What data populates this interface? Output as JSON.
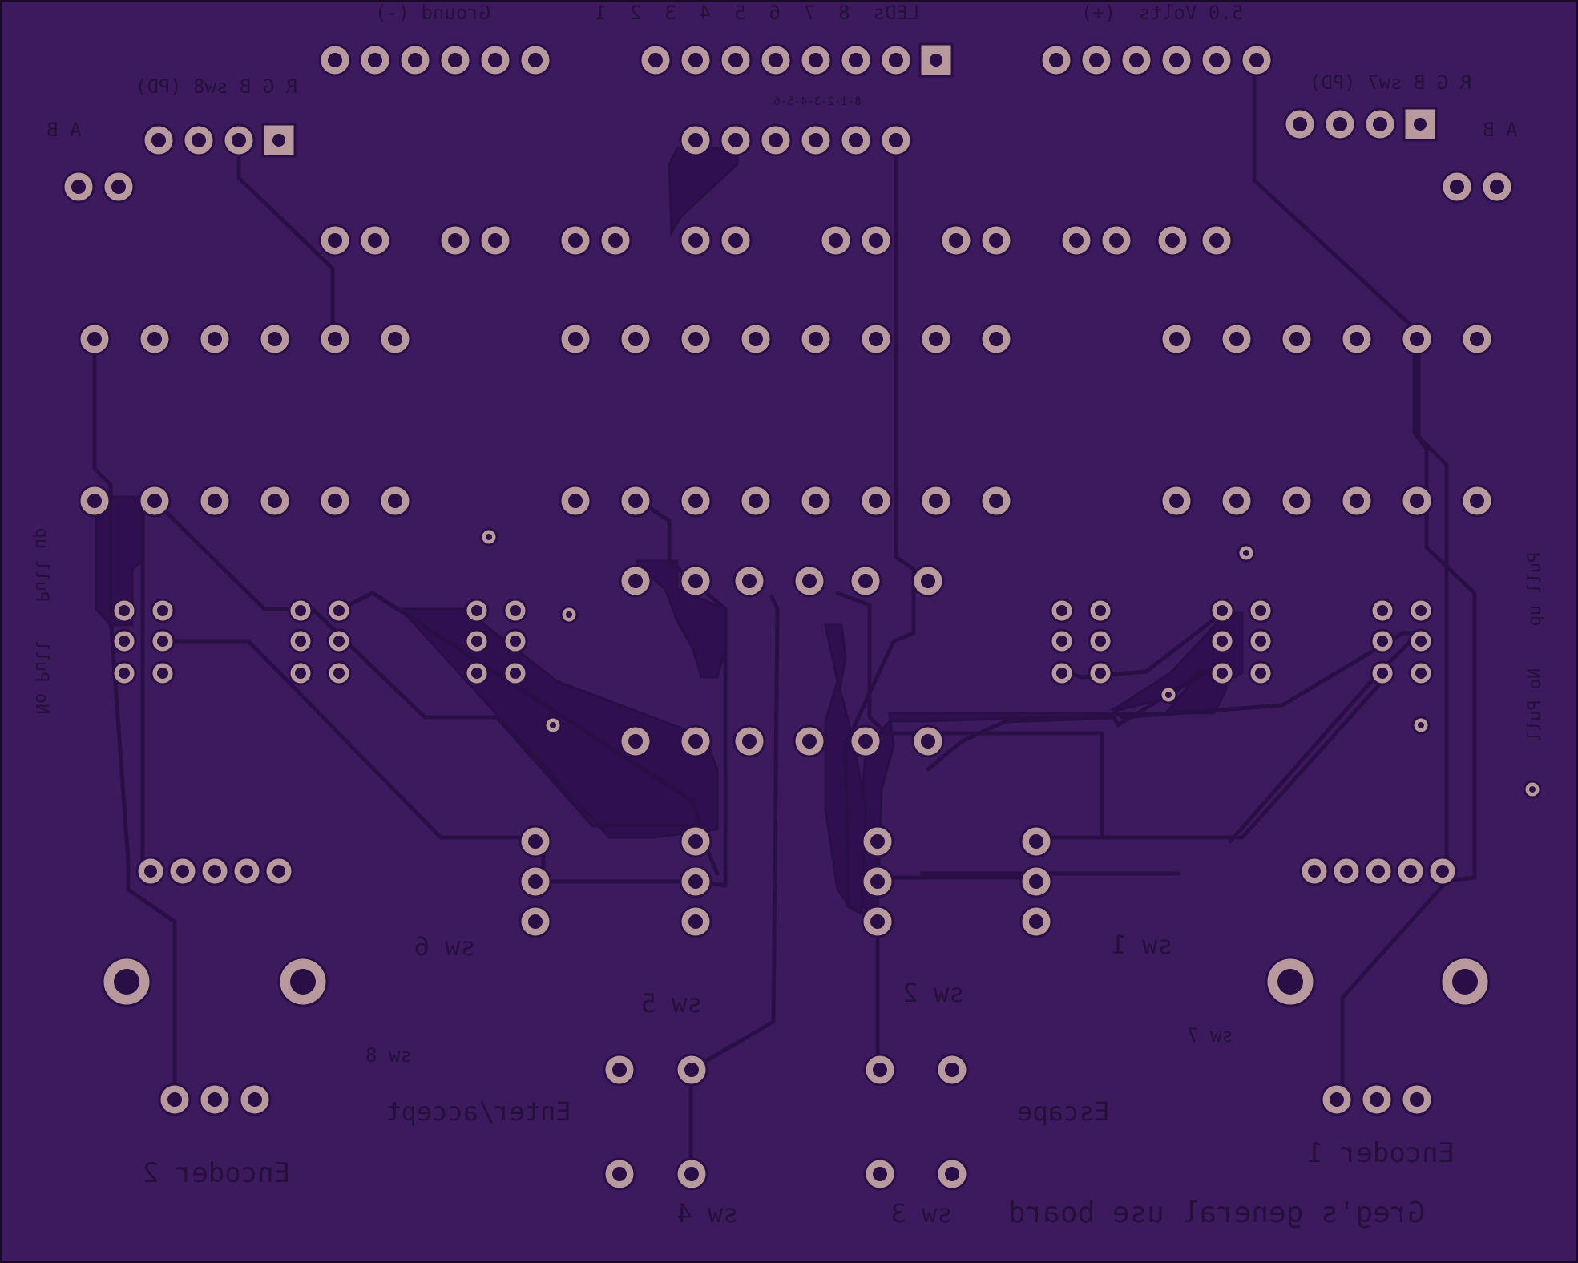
{
  "colors": {
    "board": "#3d1a5e",
    "trace": "#2a0f47",
    "pour": "#2f0f4f",
    "pad": "#b89a9e",
    "silkscreen": "#24103a",
    "border": "#1a0a2a"
  },
  "labels": {
    "header_ground": "Ground (-)",
    "header_leds": "LEDs  8  7  6  5  4  3  2  1",
    "header_volts": "5.0 Volts  (+)",
    "led_order": "8-1-2-3-4-5-6",
    "sw8_rgb": "R G B sw8 (PD)",
    "sw7_rgb": "R G B sw7 (PD)",
    "ab_left": "A B",
    "ab_right": "A B",
    "pull_up_left": "Pull up",
    "pull_up_right": "Pull up",
    "no_pull_left": "No Pull",
    "no_pull_right": "No Pull",
    "sw_1": "sw 1",
    "sw_2": "sw 2",
    "sw_3": "sw 3",
    "sw_4": "sw 4",
    "sw_5": "sw 5",
    "sw_6": "sw 6",
    "sw_7": "sw 7",
    "sw_8": "sw 8",
    "enter": "Enter/accept",
    "escape": "Escape",
    "encoder_1": "Encoder 1",
    "encoder_2": "Encoder 2",
    "board_title": "Greg's general use board"
  }
}
